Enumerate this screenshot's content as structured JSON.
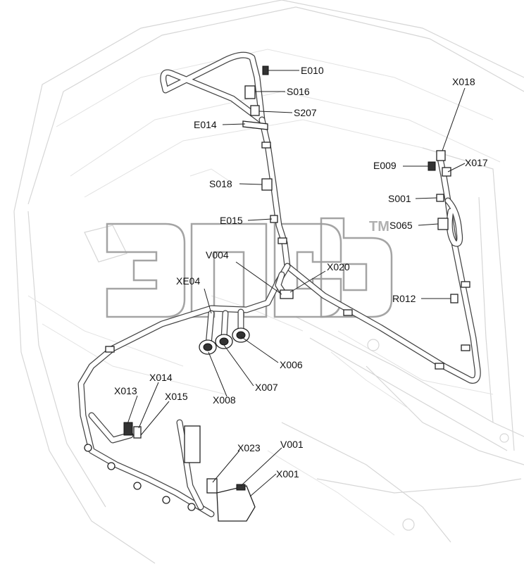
{
  "watermark": {
    "trademark": "TM"
  },
  "labels": {
    "E010": "E010",
    "S016": "S016",
    "S207": "S207",
    "E014": "E014",
    "S018": "S018",
    "E015": "E015",
    "V004": "V004",
    "X020": "X020",
    "XE04": "XE04",
    "X006": "X006",
    "X007": "X007",
    "X008": "X008",
    "X014": "X014",
    "X013": "X013",
    "X015": "X015",
    "X023": "X023",
    "V001": "V001",
    "X001": "X001",
    "X018": "X018",
    "E009": "E009",
    "X017": "X017",
    "S001": "S001",
    "S065": "S065",
    "R012": "R012"
  }
}
